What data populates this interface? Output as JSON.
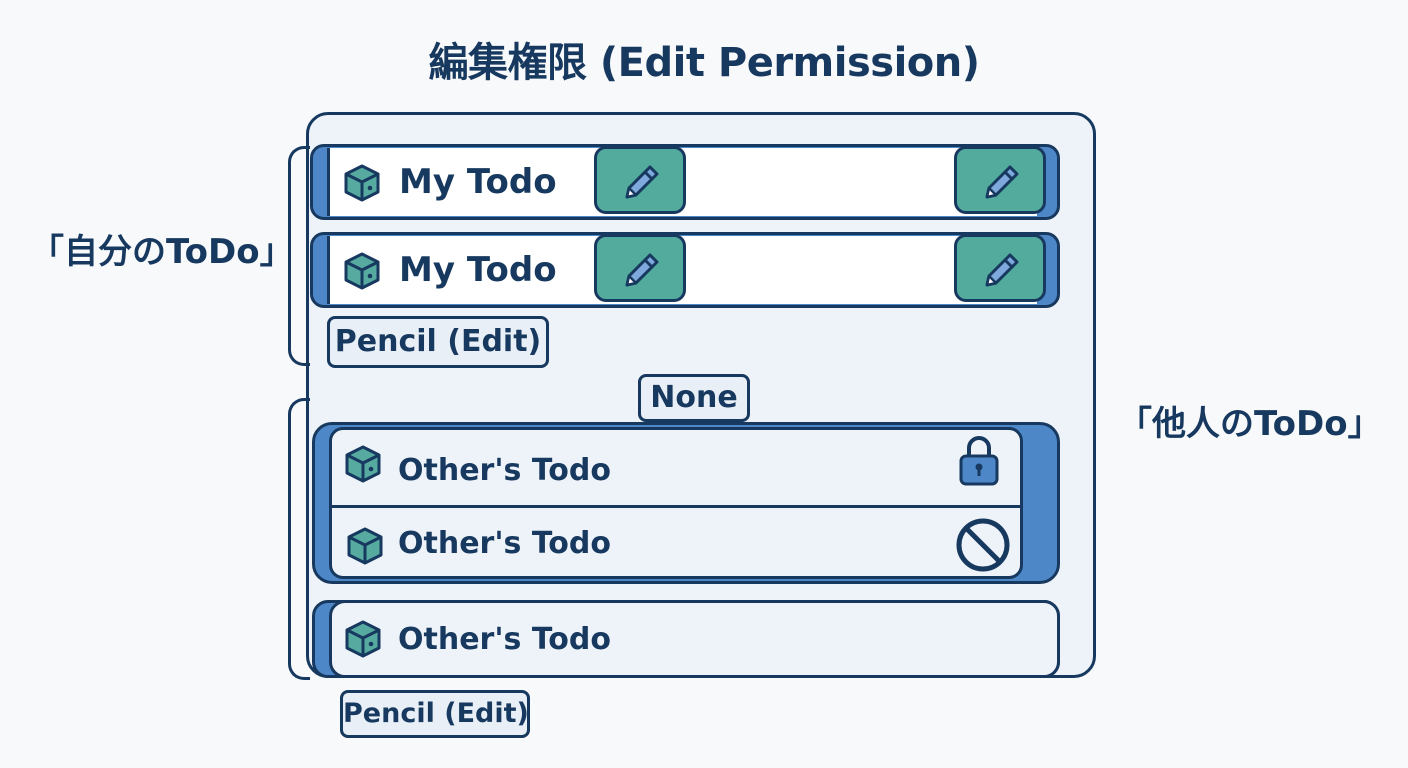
{
  "title": "編集権限 (Edit Permission)",
  "labels": {
    "mine": "「自分のToDo」",
    "others": "「他人のToDo」"
  },
  "my_todos": [
    {
      "label": "My Todo",
      "icon": "cube-icon",
      "actions": [
        "pencil-icon",
        "pencil-icon"
      ]
    },
    {
      "label": "My Todo",
      "icon": "cube-icon",
      "actions": [
        "pencil-icon",
        "pencil-icon"
      ]
    }
  ],
  "chips": {
    "pencil_edit_1": "Pencil (Edit)",
    "none": "None",
    "pencil_edit_2": "Pencil (Edit)"
  },
  "other_todos": [
    {
      "label": "Other's Todo",
      "icon": "cube-icon",
      "status_icon": "lock-icon"
    },
    {
      "label": "Other's Todo",
      "icon": "cube-icon",
      "status_icon": "prohibited-icon"
    },
    {
      "label": "Other's Todo",
      "icon": "cube-icon"
    }
  ],
  "colors": {
    "navy": "#17395f",
    "blue": "#4e87c8",
    "teal": "#53ab9e",
    "panel": "#eef3f9"
  }
}
